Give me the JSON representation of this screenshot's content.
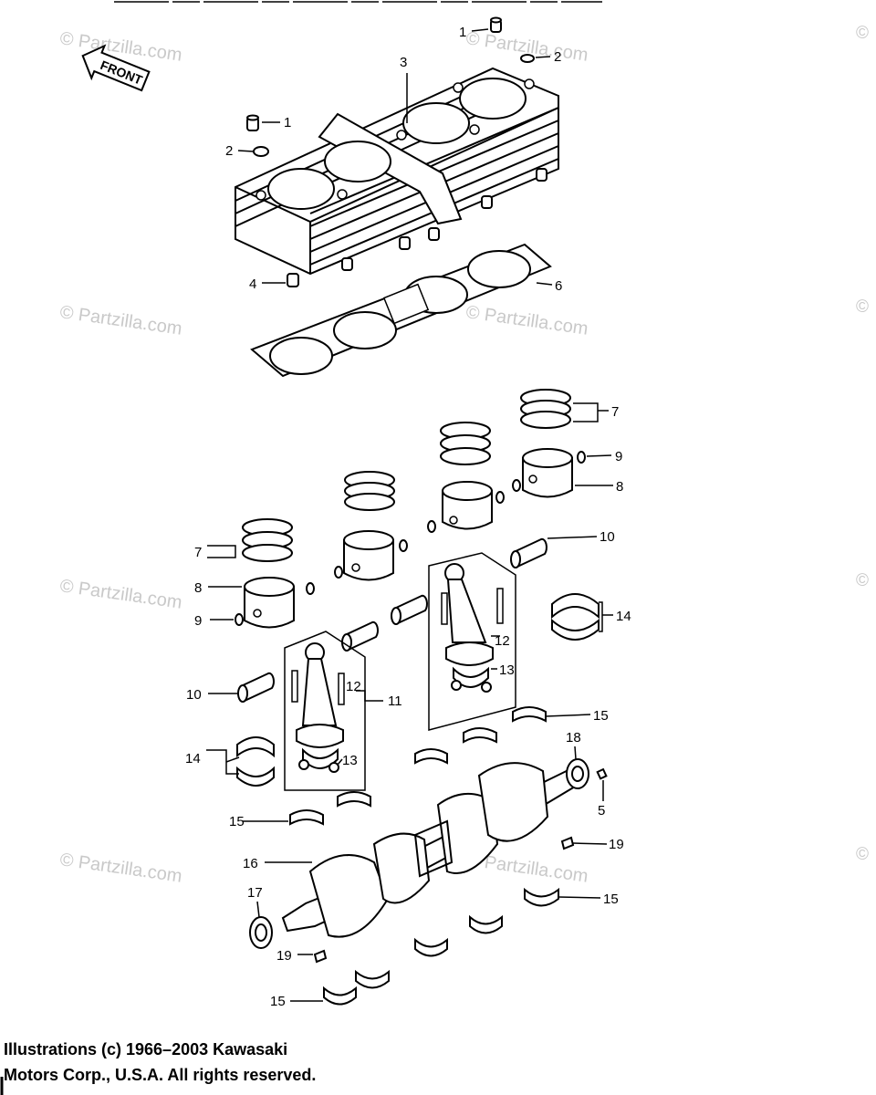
{
  "figure": {
    "front_arrow_text": "FRONT",
    "watermark_text": "Partzilla.com",
    "copyright_mark": "©",
    "callouts": [
      "1",
      "2",
      "3",
      "4",
      "5",
      "6",
      "7",
      "8",
      "9",
      "10",
      "11",
      "12",
      "13",
      "14",
      "15",
      "16",
      "17",
      "18",
      "19"
    ]
  },
  "footer": {
    "line1": "Illustrations (c) 1966–2003 Kawasaki",
    "line2": "Motors Corp., U.S.A.  All rights reserved."
  }
}
